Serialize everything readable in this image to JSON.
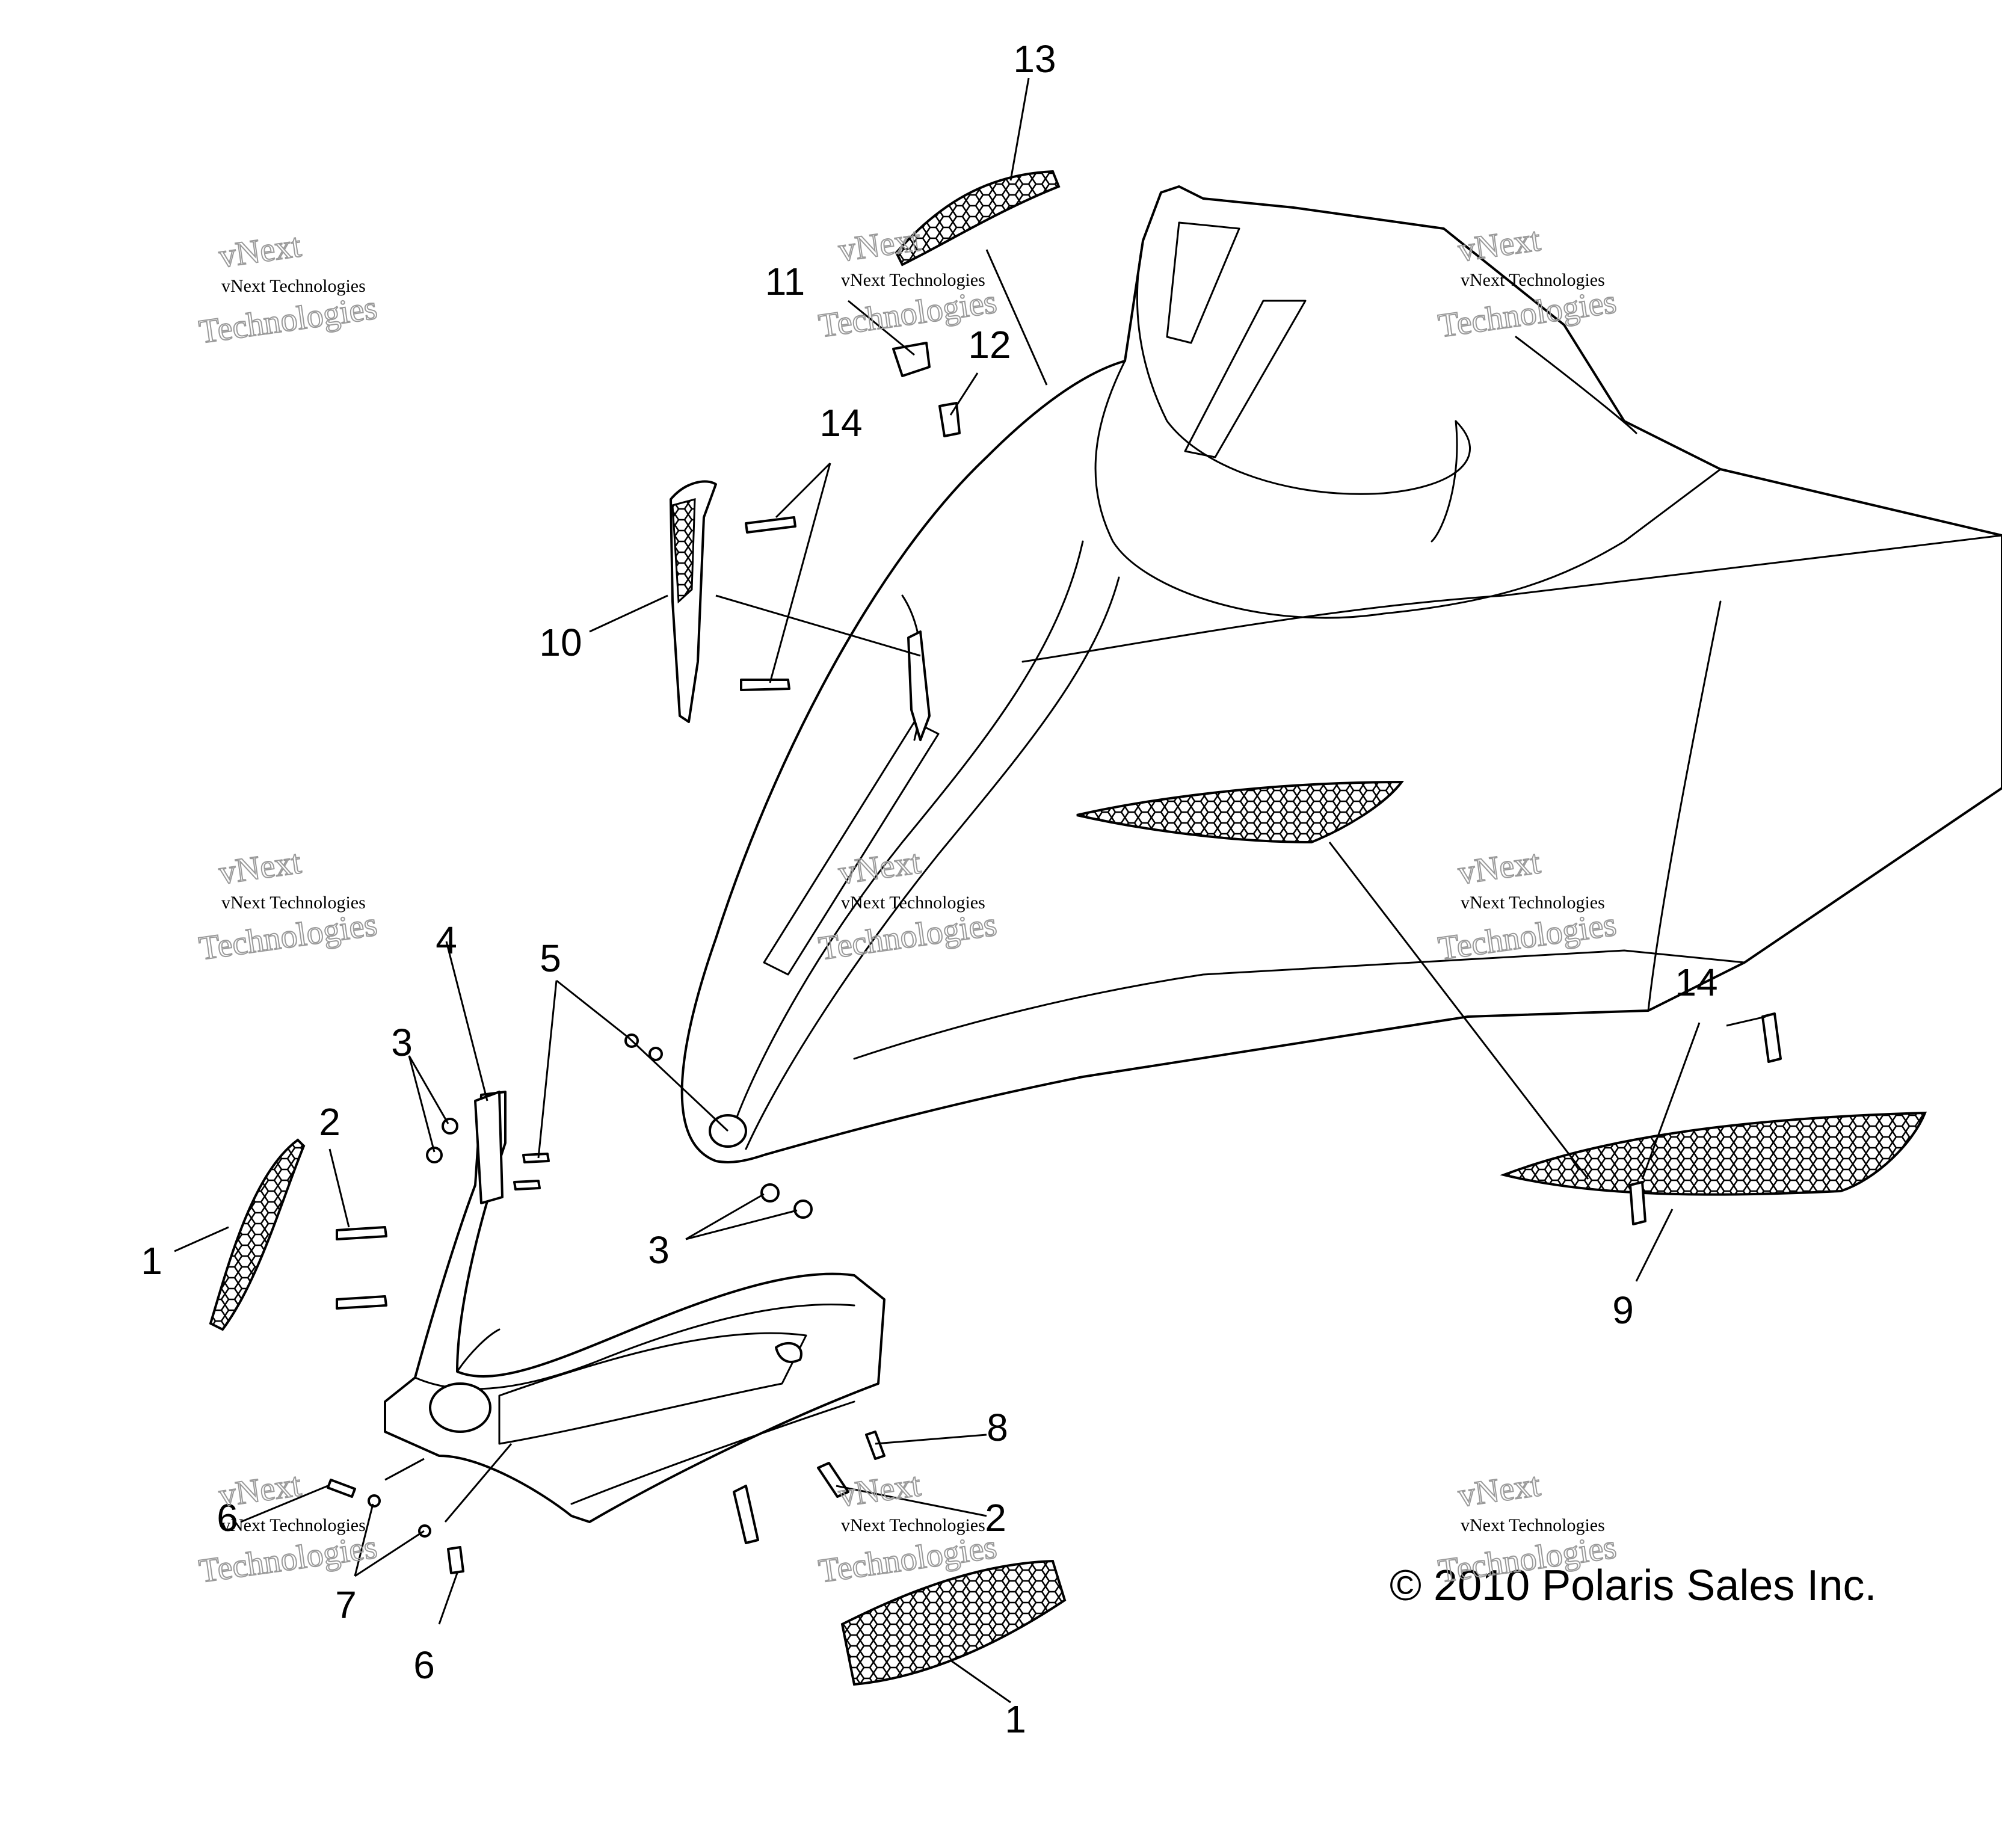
{
  "callouts": {
    "c13": "13",
    "c11": "11",
    "c12": "12",
    "c14_top": "14",
    "c10": "10",
    "c4": "4",
    "c5": "5",
    "c3_upper": "3",
    "c2_upper": "2",
    "c1_left": "1",
    "c3_lower": "3",
    "c14_right": "14",
    "c9": "9",
    "c8": "8",
    "c2_lower": "2",
    "c6_left": "6",
    "c7": "7",
    "c6_bottom": "6",
    "c1_bottom": "1"
  },
  "copyright": "© 2010 Polaris Sales Inc.",
  "watermark": {
    "line1": "vNext",
    "line2": "vNext Technologies",
    "line3": "Technologies"
  }
}
